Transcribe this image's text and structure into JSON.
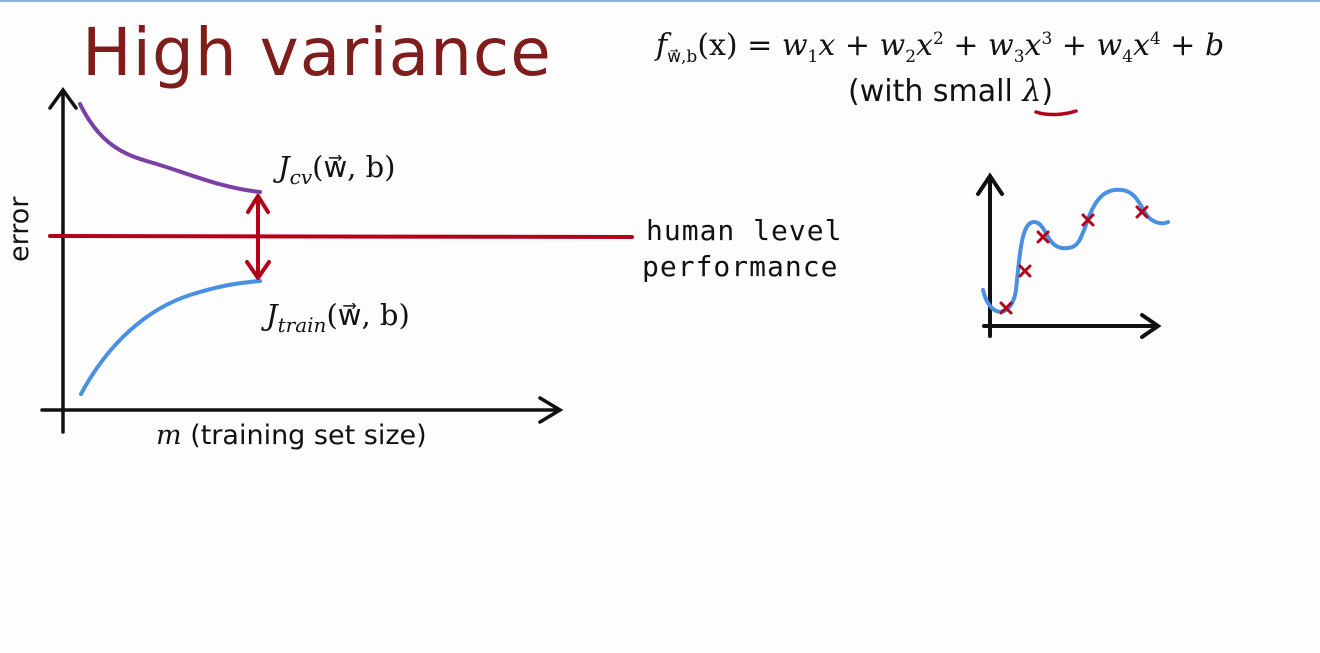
{
  "title": "High variance",
  "formula": {
    "f": "f",
    "f_sub": "w⃗,b",
    "lhs_arg": "(x) = ",
    "w1": "w",
    "w1_sub": "1",
    "x1": "x + ",
    "w2": "w",
    "w2_sub": "2",
    "x2": "x",
    "x2_sup": "2",
    "plus2": " + ",
    "w3": "w",
    "w3_sub": "3",
    "x3": "x",
    "x3_sup": "3",
    "plus3": " + ",
    "w4": "w",
    "w4_sub": "4",
    "x4": "x",
    "x4_sup": "4",
    "plus4": " + ",
    "b": "b"
  },
  "subtitle": {
    "prefix": "(with small ",
    "lambda": "λ",
    "suffix": ")"
  },
  "learning_curve": {
    "y_label": "error",
    "x_label_var": "m",
    "x_label_text": " (training set size)",
    "jcv": {
      "j": "J",
      "sub": "cv",
      "args": "(w⃗, b)"
    },
    "jtrain": {
      "j": "J",
      "sub": "train",
      "args": "(w⃗, b)"
    },
    "human_line1": "human level",
    "human_line2": "performance"
  },
  "colors": {
    "title": "#7f1d1d",
    "cv_curve": "#7b3fa6",
    "train_curve": "#4a90e2",
    "human_line": "#b3001b",
    "gap_arrow": "#b3001b",
    "fit_curve": "#4a90e2",
    "points": "#b3001b",
    "axes": "#111111"
  }
}
